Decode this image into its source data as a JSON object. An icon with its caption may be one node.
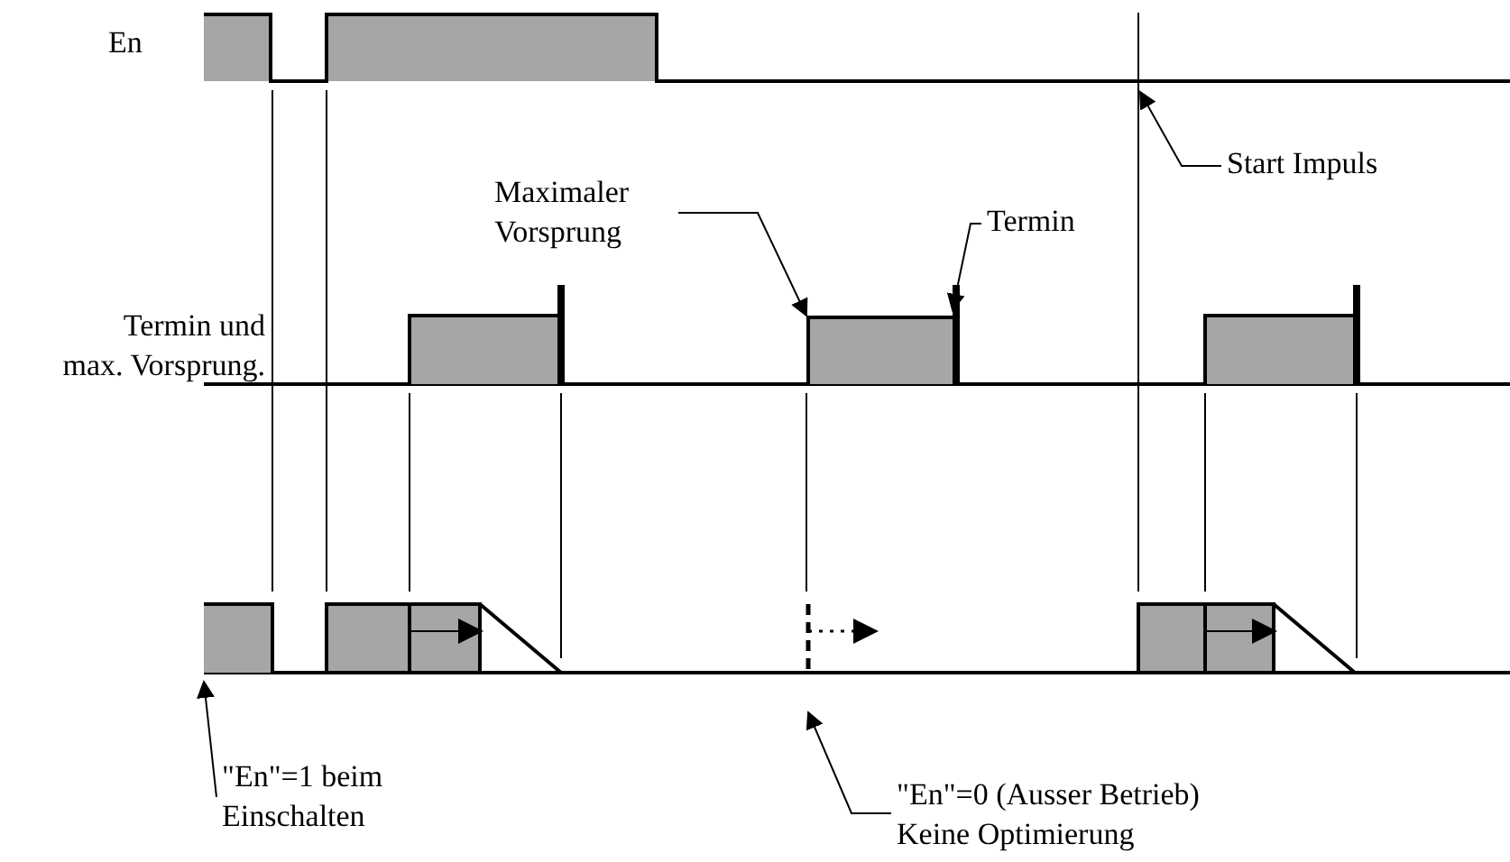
{
  "diagram": {
    "nodes": [
      {
        "text": [
          "Maximaler Vorsprung"
        ]
      },
      {
        "text": [],
        "shape": "box"
      },
      {
        "text": [
          "Termin"
        ]
      },
      {
        "text": [],
        "shape": "bar"
      },
      {
        "text": [
          "Start Impuls"
        ]
      },
      {
        "text": [
          "\"En\"=1 beim Einschalten"
        ]
      },
      {
        "text": [
          "\"En\"=0 (Ausser Betrieb) Keine Optimierung"
        ]
      }
    ],
    "edges": [
      {
        "from": 0,
        "to": 1,
        "arrow": "to"
      },
      {
        "from": 2,
        "to": 3,
        "arrow": "to"
      },
      {
        "from": 4,
        "to": null,
        "arrow": "to"
      },
      {
        "from": 5,
        "to": null,
        "arrow": "to"
      },
      {
        "from": 6,
        "to": null,
        "arrow": "to"
      }
    ],
    "labels": [
      "En",
      "Termin und max. Vorsprung."
    ]
  }
}
